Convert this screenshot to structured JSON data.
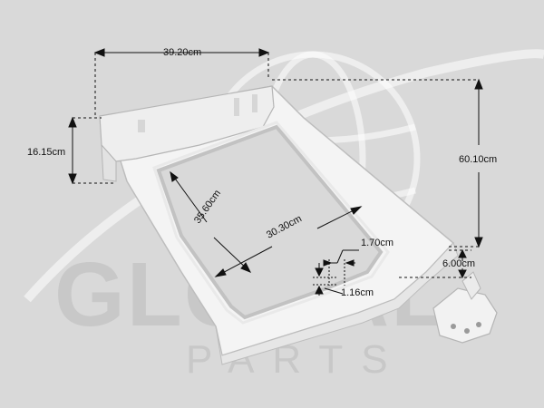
{
  "image": {
    "subject": "washing machine top cover frame with lid opening",
    "background_color": "#d9d9d9",
    "dimension_line_color": "#111111"
  },
  "watermark": {
    "brand": "GLOBAL",
    "tagline": "PARTS"
  },
  "dimensions": {
    "width_top": "39.20cm",
    "height_back_panel": "16.15cm",
    "depth_overall": "60.10cm",
    "opening_depth": "35.60cm",
    "opening_width": "30.30cm",
    "hinge_slot_width": "1.70cm",
    "hinge_slot_depth": "1.16cm",
    "hinge_height": "6.00cm"
  }
}
